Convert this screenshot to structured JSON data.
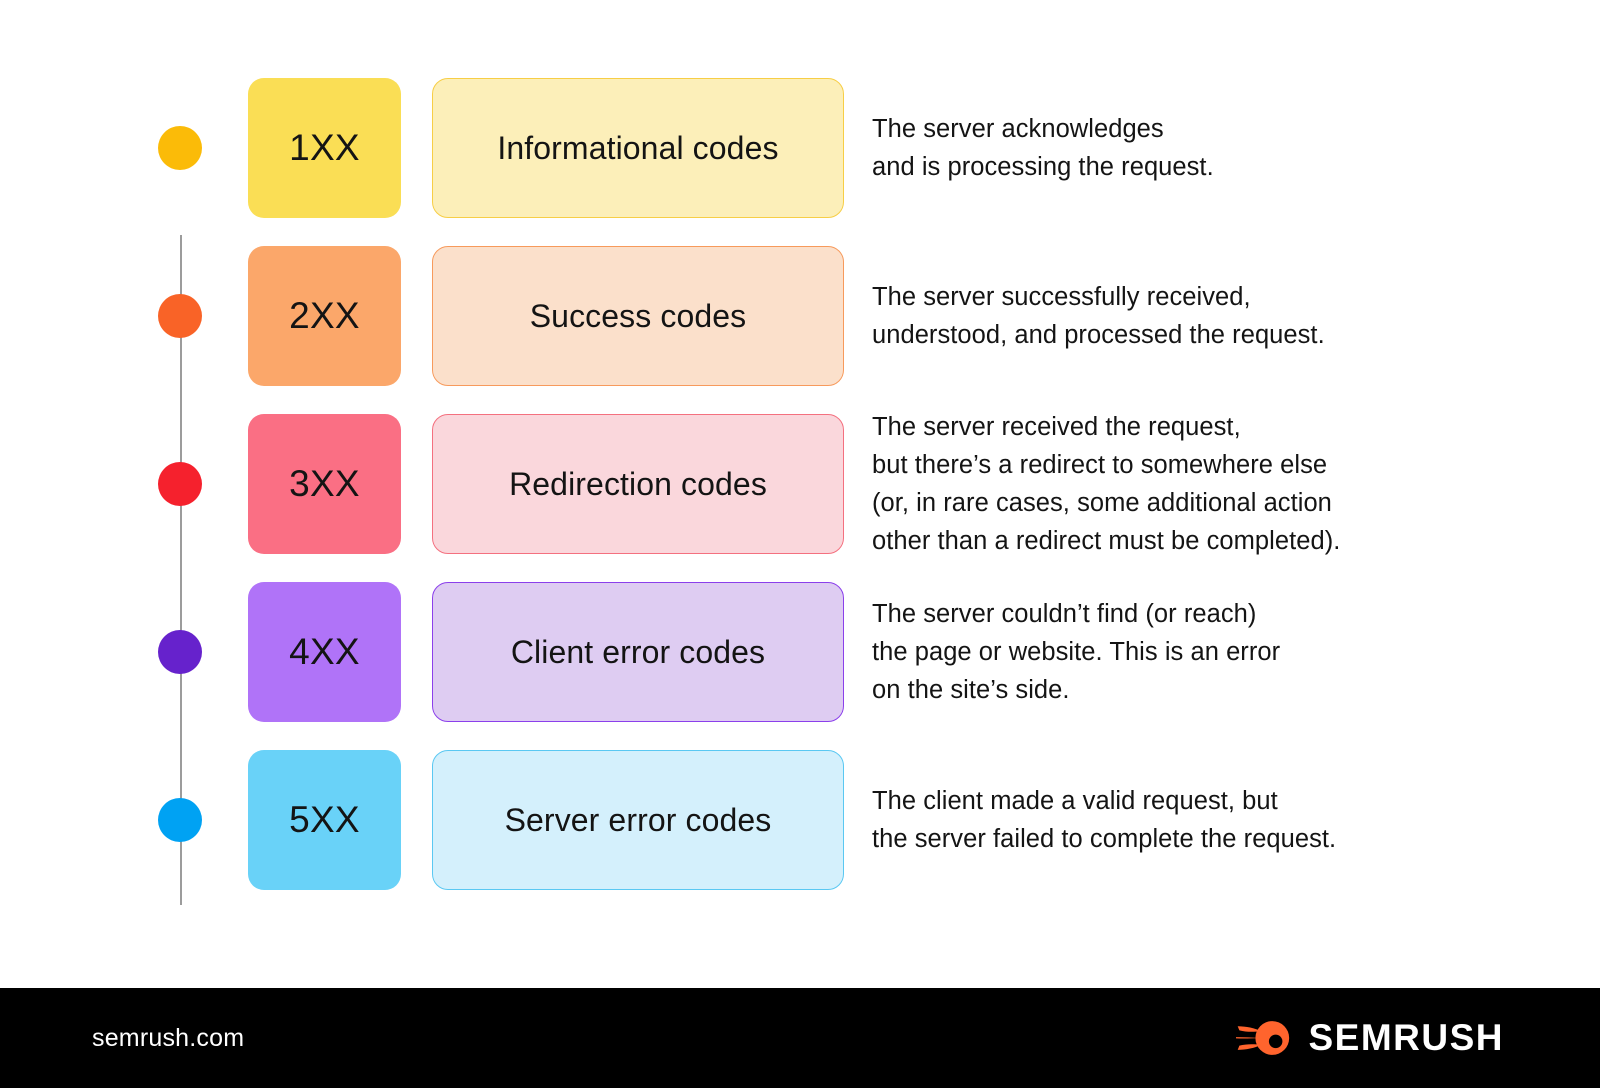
{
  "infographic": {
    "background": "#ffffff",
    "timeline_line_color": "#9c9c9c"
  },
  "rows": [
    {
      "code": "1XX",
      "label": "Informational codes",
      "dot_color": "#FBBB08",
      "badge_color": "#FADE55",
      "label_bg": "#FCEFB9",
      "label_border": "#F7CE46",
      "description_lines": [
        "The server acknowledges",
        "and is processing the request."
      ]
    },
    {
      "code": "2XX",
      "label": "Success codes",
      "dot_color": "#F96327",
      "badge_color": "#FBA76A",
      "label_bg": "#FBE0CB",
      "label_border": "#F79A5C",
      "description_lines": [
        "The server successfully received,",
        "understood, and processed the request."
      ]
    },
    {
      "code": "3XX",
      "label": "Redirection codes",
      "dot_color": "#F5212D",
      "badge_color": "#FA6F84",
      "label_bg": "#FAD7DC",
      "label_border": "#F4707F",
      "description_lines": [
        "The server received the request,",
        "but there’s a redirect to somewhere else",
        "(or, in rare cases, some additional action",
        "other than a redirect must be completed)."
      ]
    },
    {
      "code": "4XX",
      "label": "Client error codes",
      "dot_color": "#6622CC",
      "badge_color": "#B073F8",
      "label_bg": "#DECCF2",
      "label_border": "#8B3FEB",
      "description_lines": [
        "The server couldn’t find (or reach)",
        "the page or website. This is an error",
        "on the site’s side."
      ]
    },
    {
      "code": "5XX",
      "label": "Server error codes",
      "dot_color": "#00A2F3",
      "badge_color": "#69D2F8",
      "label_bg": "#D4F0FC",
      "label_border": "#5AC8F2",
      "description_lines": [
        "The client made a valid request, but",
        "the server failed to complete the request."
      ]
    }
  ],
  "footer": {
    "url": "semrush.com",
    "brand_name": "SEMRUSH",
    "brand_mark_color": "#FF642D",
    "background": "#000000"
  }
}
